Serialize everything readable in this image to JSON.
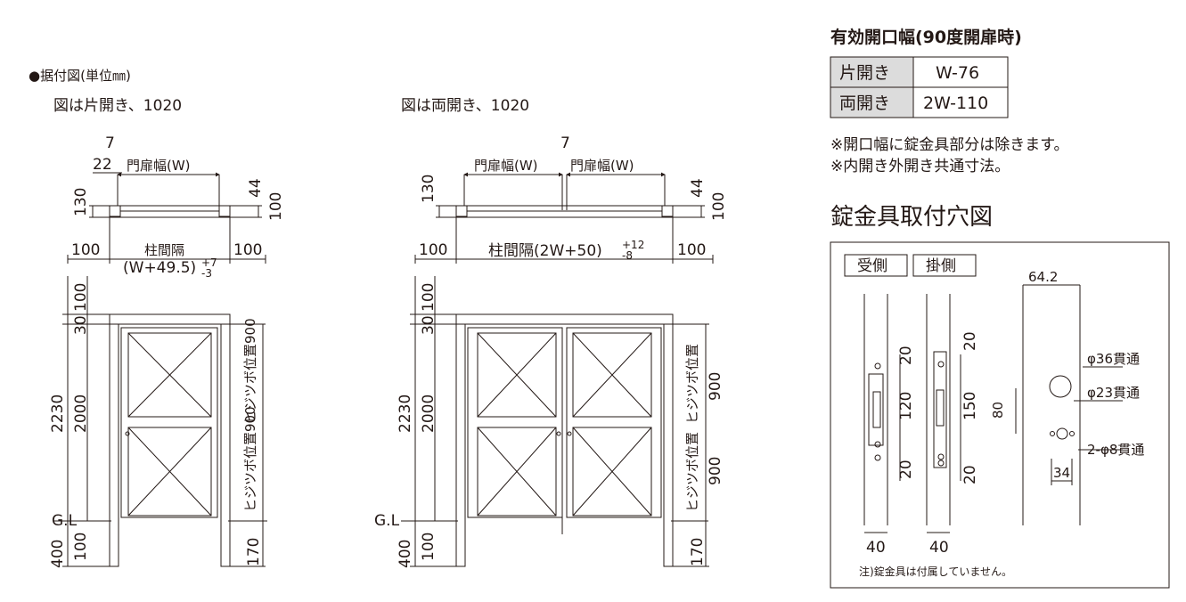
{
  "left_heading": "●据付図(単位㎜)",
  "diagram_single": {
    "caption": "図は片開き、1020",
    "dim_7": "7",
    "dim_22": "22",
    "gate_width": "門扉幅(W)",
    "dim_130": "130",
    "dim_44": "44",
    "dim_100_right": "100",
    "post_left": "100",
    "post_right": "100",
    "post_gap": "柱間隔",
    "post_gap_formula": "(W+49.5)",
    "tol_plus": "+7",
    "tol_minus": "-3",
    "dim_100_top": "100",
    "dim_30": "30",
    "dim_2230": "2230",
    "dim_2000": "2000",
    "hinge_upper": "ヒジツボ位置900",
    "hinge_lower": "ヒジツボ位置900",
    "gl": "G.L",
    "dim_400": "400",
    "dim_100_bottom": "100",
    "dim_170": "170"
  },
  "diagram_double": {
    "caption": "図は両開き、1020",
    "dim_7": "7",
    "gate_width_left": "門扉幅(W)",
    "gate_width_right": "門扉幅(W)",
    "dim_130": "130",
    "dim_44": "44",
    "dim_100_right": "100",
    "post_left": "100",
    "post_right": "100",
    "post_gap_formula": "柱間隔(2W+50)",
    "tol_plus": "+12",
    "tol_minus": "-8",
    "dim_100_top": "100",
    "dim_30": "30",
    "dim_2230": "2230",
    "dim_2000": "2000",
    "hinge_upper_label": "ヒジツボ位置",
    "hinge_upper_value": "900",
    "hinge_lower_label": "ヒジツボ位置",
    "hinge_lower_value": "900",
    "gl": "G.L",
    "dim_400": "400",
    "dim_100_bottom": "100",
    "dim_170": "170"
  },
  "opening": {
    "title": "有効開口幅(90度開扉時)",
    "rows": [
      {
        "type": "片開き",
        "value": "W-76"
      },
      {
        "type": "両開き",
        "value": "2W-110"
      }
    ],
    "note1": "※開口幅に錠金具部分は除きます。",
    "note2": "※内開き外開き共通寸法。"
  },
  "lock": {
    "title": "錠金具取付穴図",
    "receive_label": "受側",
    "hang_label": "掛側",
    "r_dim_20a": "20",
    "r_dim_120": "120",
    "r_dim_20b": "20",
    "r_width": "40",
    "h_dim_20a": "20",
    "h_dim_150": "150",
    "h_dim_20b": "20",
    "h_width": "40",
    "dim_64": "64.2",
    "dim_80": "80",
    "dim_34": "34",
    "hole_36": "φ36貫通",
    "hole_23": "φ23貫通",
    "hole_8": "2-φ8貫通",
    "note": "注)錠金具は付属していません。"
  },
  "colors": {
    "line": "#231815",
    "table_header_bg": "#dcdcdc",
    "frame_line": "#8a8a8a"
  }
}
